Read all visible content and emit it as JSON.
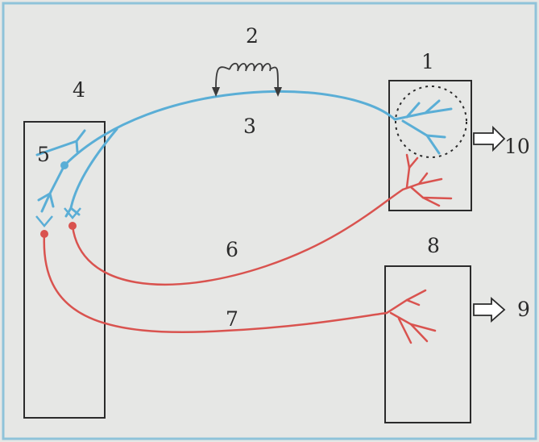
{
  "labels": {
    "n1": "1",
    "n2": "2",
    "n3": "3",
    "n4": "4",
    "n5": "5",
    "n6": "6",
    "n7": "7",
    "n8": "8",
    "n9": "9",
    "n10": "10"
  },
  "colors": {
    "background": "#e6e7e5",
    "frame": "#8fc3d9",
    "box_stroke": "#2b2b2b",
    "sensory_pathway": "#5aaed6",
    "motor_pathway": "#d9534f",
    "coil": "#3a3a3a"
  }
}
